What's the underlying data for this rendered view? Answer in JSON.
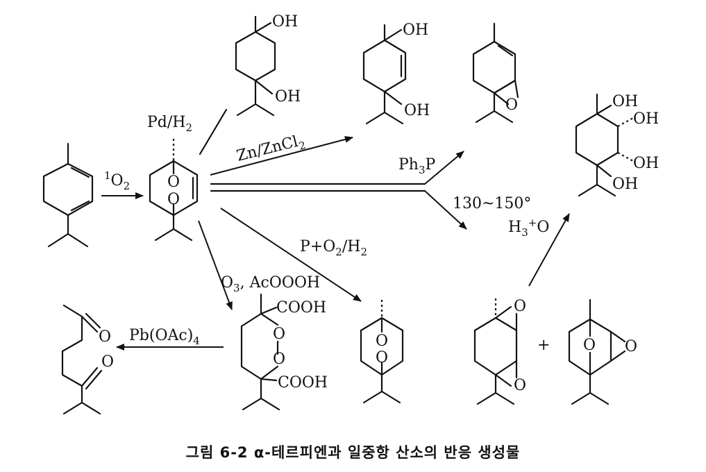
{
  "reagents": {
    "singlet_oxygen": "1O2",
    "pd_h2": "Pd/H2",
    "zn_zncl2": "Zn/ZnCl2",
    "ph3p": "Ph3P",
    "temp": "130~150°",
    "h3o": "H3+O",
    "p_o2_h2": "P+O2/H2",
    "o3_acoooh": "O3, AcOOOH",
    "pb_oac4": "Pb(OAc)4",
    "plus": "+"
  },
  "groups": {
    "oh": "OH",
    "cooh": "COOH",
    "o": "O"
  },
  "caption": "그림 6-2  α-테르피엔과 일중항 산소의 반응 생성물"
}
